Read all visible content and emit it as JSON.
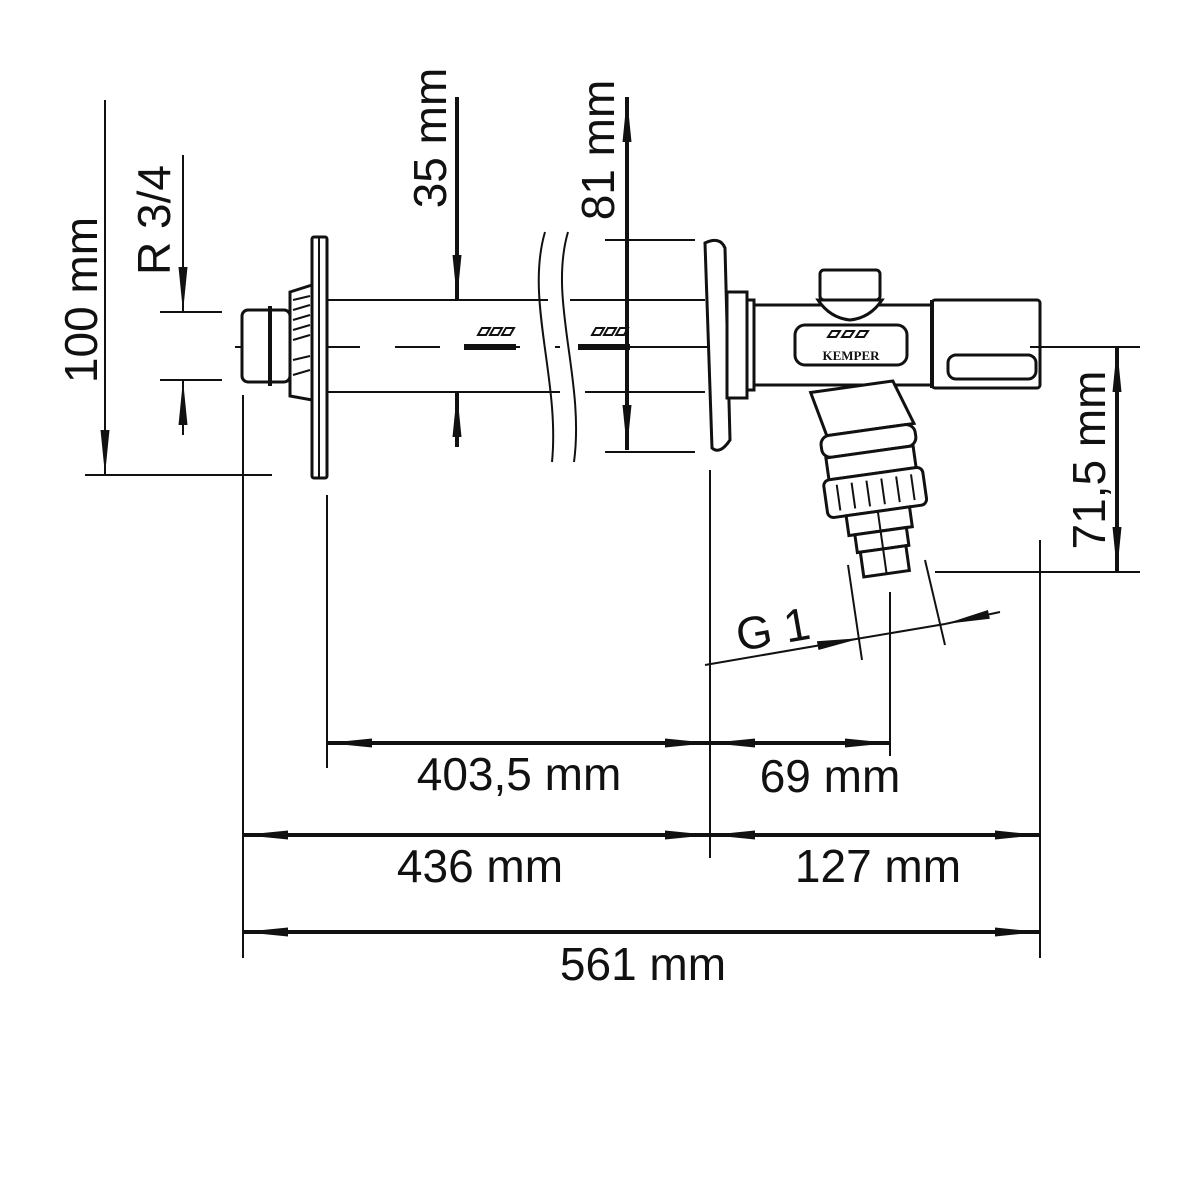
{
  "drawing": {
    "brand_logo": "KEMPER",
    "dimensions": {
      "overall_height": "100 mm",
      "thread_connection": "R 3/4",
      "pipe_diameter": "35 mm",
      "rosette_diameter": "81 mm",
      "outlet_drop": "71,5 mm",
      "hose_thread": "G 1",
      "wall_length": "403,5 mm",
      "outlet_offset": "69 mm",
      "pipe_length": "436 mm",
      "valve_length": "127 mm",
      "total_length": "561 mm"
    }
  }
}
